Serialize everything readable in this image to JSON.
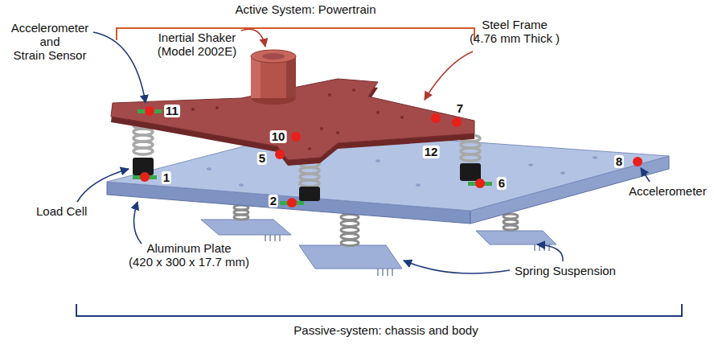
{
  "diagram": {
    "labels": [
      "Active System: Powertrain",
      "Accelerometer and Strain Sensor",
      "Inertial Shaker (Model 2002E)",
      "Steel Frame (4.76 mm Thick )",
      "11",
      "7",
      "12",
      "10",
      "5",
      "8",
      "1",
      "2",
      "6",
      "Accelerometer",
      "Load Cell",
      "Aluminum Plate (420 x 300 x 17.7 mm)",
      "Spring Suspension",
      "Passive-system: chassis and body"
    ]
  }
}
